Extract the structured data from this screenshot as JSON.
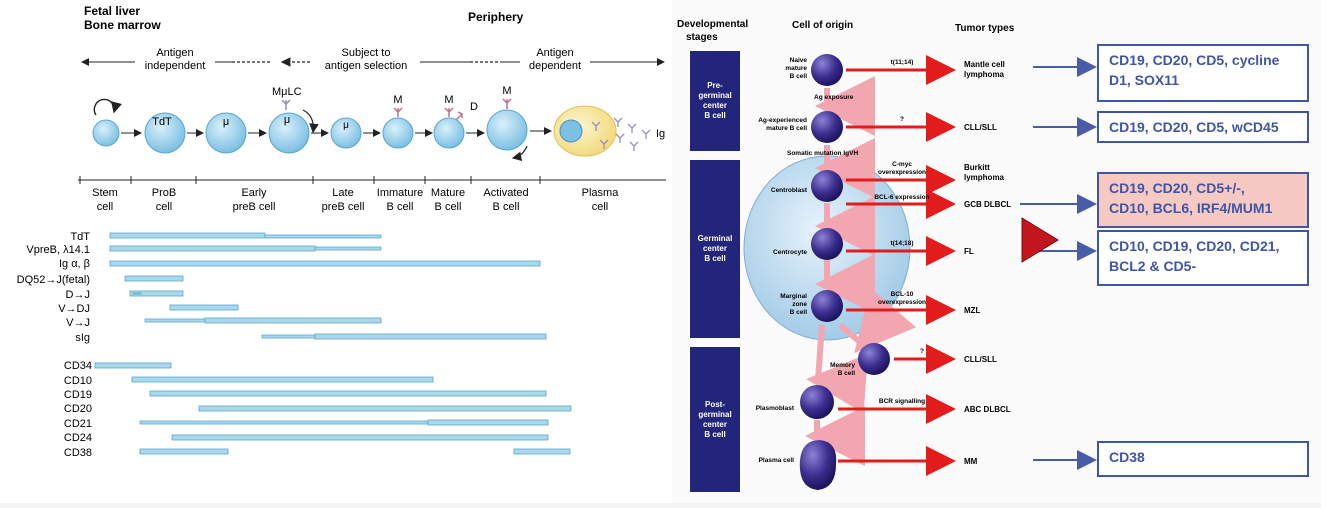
{
  "left": {
    "header_left_line1": "Fetal liver",
    "header_left_line2": "Bone marrow",
    "header_right": "Periphery",
    "phases": [
      {
        "line1": "Antigen",
        "line2": "independent"
      },
      {
        "line1": "Subject to",
        "line2": "antigen selection"
      },
      {
        "line1": "Antigen",
        "line2": "dependent"
      }
    ],
    "cell_labels": {
      "tdt": "TdT",
      "mu": "μ",
      "mulc": "MμLC",
      "m": "M",
      "d": "D",
      "ig": "Ig"
    },
    "stages": [
      {
        "line1": "Stem",
        "line2": "cell"
      },
      {
        "line1": "ProB",
        "line2": "cell"
      },
      {
        "line1": "Early",
        "line2": "preB cell"
      },
      {
        "line1": "Late",
        "line2": "preB cell"
      },
      {
        "line1": "Immature",
        "line2": "B cell"
      },
      {
        "line1": "Mature",
        "line2": "B cell"
      },
      {
        "line1": "Activated",
        "line2": "B cell"
      },
      {
        "line1": "Plasma",
        "line2": "cell"
      }
    ],
    "expression_rows": [
      {
        "label": "TdT"
      },
      {
        "label": "VpreB, λ14.1"
      },
      {
        "label": "Ig α, β"
      },
      {
        "label": "DQ52→J(fetal)"
      },
      {
        "label": "D→J"
      },
      {
        "label": "V→DJ"
      },
      {
        "label": "V→J"
      },
      {
        "label": "sIg"
      }
    ],
    "cd_rows": [
      {
        "label": "CD34"
      },
      {
        "label": "CD10"
      },
      {
        "label": "CD19"
      },
      {
        "label": "CD20"
      },
      {
        "label": "CD21"
      },
      {
        "label": "CD24"
      },
      {
        "label": "CD38"
      }
    ]
  },
  "right": {
    "headers": {
      "dev_stages_line1": "Developmental",
      "dev_stages_line2": "stages",
      "cell_of_origin": "Cell of origin",
      "tumor_types": "Tumor types"
    },
    "stage_boxes": [
      {
        "line1": "Pre-",
        "line2": "germinal",
        "line3": "center",
        "line4": "B cell"
      },
      {
        "line1": "Germinal",
        "line2": "center",
        "line3": "B cell",
        "line4": ""
      },
      {
        "line1": "Post-",
        "line2": "germinal",
        "line3": "center",
        "line4": "B cell"
      }
    ],
    "cells": [
      {
        "line1": "Naive",
        "line2": "mature",
        "line3": "B cell"
      },
      {
        "line1": "Ag-experienced",
        "line2": "mature B cell",
        "line3": ""
      },
      {
        "line1": "Centroblast",
        "line2": "",
        "line3": ""
      },
      {
        "line1": "Centrocyte",
        "line2": "",
        "line3": ""
      },
      {
        "line1": "Marginal",
        "line2": "zone",
        "line3": "B cell"
      },
      {
        "line1": "Memory",
        "line2": "B cell",
        "line3": ""
      },
      {
        "line1": "Plasmoblast",
        "line2": "",
        "line3": ""
      },
      {
        "line1": "Plasma cell",
        "line2": "",
        "line3": ""
      }
    ],
    "transitions": {
      "ag_exposure": "Ag exposure",
      "somatic_mutation": "Somatic mutation IgVH"
    },
    "arrow_labels": [
      {
        "line1": "t(11;14)",
        "line2": ""
      },
      {
        "line1": "?",
        "line2": ""
      },
      {
        "line1": "C-myc",
        "line2": "overexpression"
      },
      {
        "line1": "BCL-6 expression",
        "line2": ""
      },
      {
        "line1": "t(14;18)",
        "line2": ""
      },
      {
        "line1": "BCL-10",
        "line2": "overexpression"
      },
      {
        "line1": "?",
        "line2": ""
      },
      {
        "line1": "BCR signalling",
        "line2": ""
      }
    ],
    "tumors": [
      {
        "line1": "Mantle cell",
        "line2": "lymphoma"
      },
      {
        "line1": "CLL/SLL",
        "line2": ""
      },
      {
        "line1": "Burkitt",
        "line2": "lymphoma"
      },
      {
        "line1": "GCB DLBCL",
        "line2": ""
      },
      {
        "line1": "FL",
        "line2": ""
      },
      {
        "line1": "MZL",
        "line2": ""
      },
      {
        "line1": "CLL/SLL",
        "line2": ""
      },
      {
        "line1": "ABC DLBCL",
        "line2": ""
      },
      {
        "line1": "MM",
        "line2": ""
      }
    ]
  },
  "marker_boxes": [
    {
      "line1": "CD19, CD20, CD5, cycline",
      "line2": "D1, SOX11"
    },
    {
      "line1": "CD19, CD20, CD5, wCD45",
      "line2": ""
    },
    {
      "line1": "CD19, CD20, CD5+/-,",
      "line2": "CD10, BCL6, IRF4/MUM1"
    },
    {
      "line1": "CD10, CD19, CD20, CD21,",
      "line2": "BCL2 & CD5-"
    },
    {
      "line1": "CD38",
      "line2": ""
    }
  ],
  "colors": {
    "dark_blue_box": "#23257a",
    "marker_border": "#3f55a8",
    "highlight_pink": "#f7c9c3",
    "red_arrow": "#e21b1b",
    "bar_fill": "#a9d9ea",
    "cell_purple": "#3c2e8f"
  }
}
